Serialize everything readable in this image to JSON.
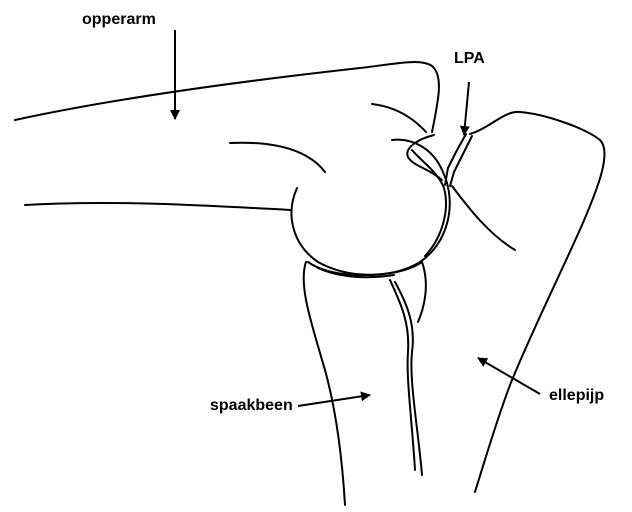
{
  "labels": {
    "upper_arm": "opperarm",
    "lpa": "LPA",
    "radius": "spaakbeen",
    "ulna": "ellepijp"
  },
  "colors": {
    "ink": "#000000",
    "background": "#ffffff"
  }
}
